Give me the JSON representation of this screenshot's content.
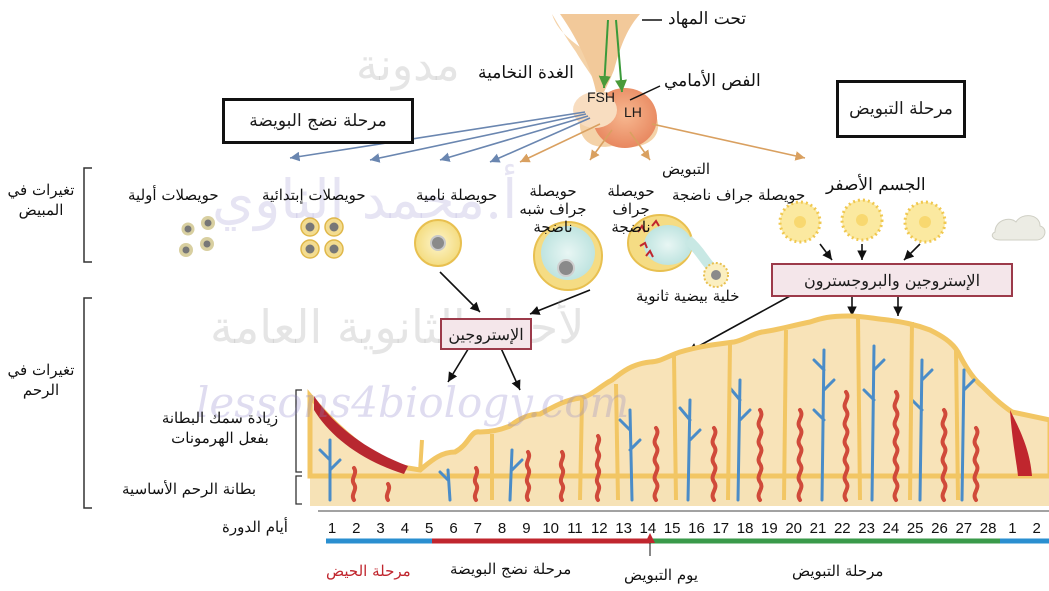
{
  "labels": {
    "hypothalamus": "تحت المهاد",
    "pituitary": "الغدة النخامية",
    "anterior_lobe": "الفص الأمامي",
    "fsh": "FSH",
    "lh": "LH",
    "follicular_phase_box": "مرحلة نضج البويضة",
    "ovulatory_phase_box": "مرحلة التبويض",
    "ovary_changes": "تغيرات في المبيض",
    "uterus_changes": "تغيرات في الرحم",
    "primordial_follicles": "حويصلات أولية",
    "primary_follicles": "حويصلات إبتدائية",
    "growing_follicle": "حويصلة نامية",
    "semi_graafian": "حويصلة جراف شبه ناضجة",
    "graafian_follicle": "حويصلة جراف ناضجة",
    "ovulation": "التبويض",
    "corpus_luteum": "الجسم الأصفر",
    "secondary_oocyte": "خلية بيضية ثانوية",
    "estrogen_box": "الإستروجين",
    "estrogen_progesterone_box": "الإستروجين والبروجسترون",
    "endometrium_thickening": "زيادة سمك البطانة بفعل الهرمونات",
    "basal_endometrium": "بطانة الرحم الأساسية",
    "cycle_days": "أيام الدورة",
    "menstrual_phase": "مرحلة الحيض",
    "follicular_phase": "مرحلة نضج البويضة",
    "ovulation_day": "يوم التبويض",
    "luteal_phase": "مرحلة التبويض"
  },
  "watermarks": {
    "blog": "مدونة",
    "author": "أ.محمد الناوي",
    "site": "lessons4biology.com",
    "level": "لأحياء الثانوية العامة"
  },
  "days": [
    "1",
    "2",
    "3",
    "4",
    "5",
    "6",
    "7",
    "8",
    "9",
    "10",
    "11",
    "12",
    "13",
    "14",
    "15",
    "16",
    "17",
    "18",
    "19",
    "20",
    "21",
    "22",
    "23",
    "24",
    "25",
    "26",
    "27",
    "28",
    "1",
    "2"
  ],
  "colors": {
    "menstrual": "#2a8fd0",
    "follicular": "#c0262e",
    "luteal": "#3a9a4a",
    "endometrium": "#f7deb0",
    "endometrium_edge": "#f0c868",
    "artery": "#d0463a",
    "gland": "#4a8cc8"
  }
}
